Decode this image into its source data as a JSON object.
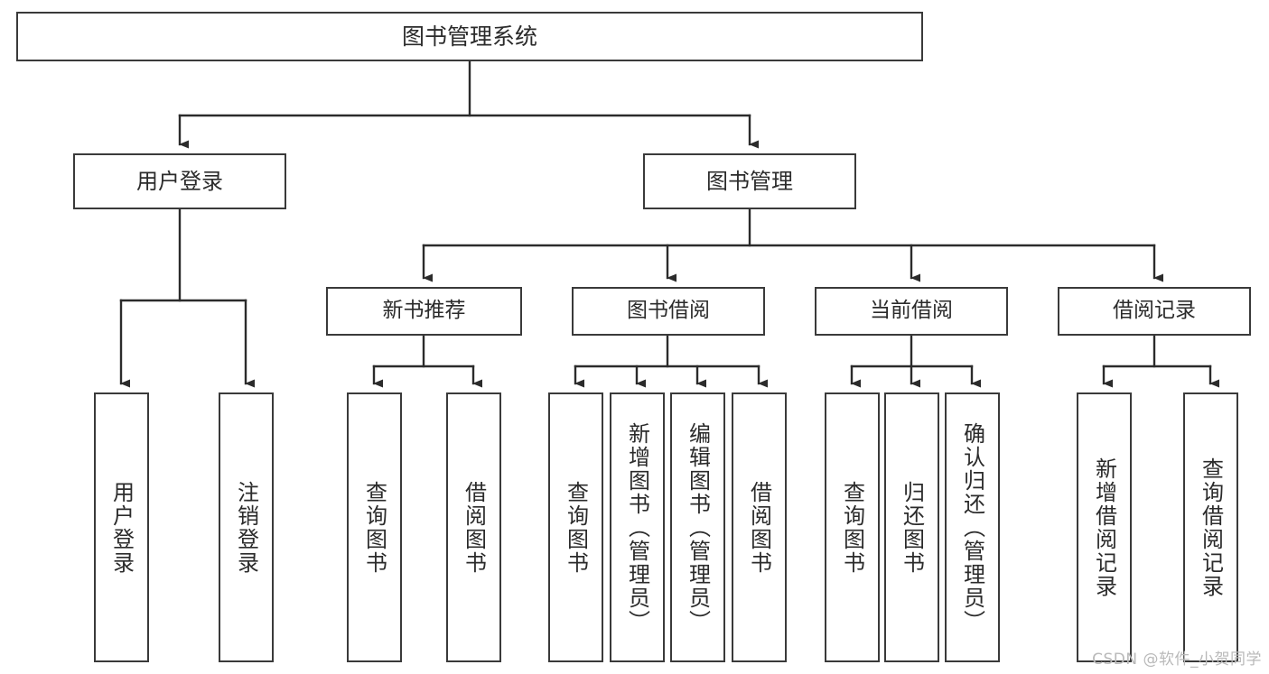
{
  "diagram": {
    "type": "tree-hierarchy",
    "title": "图书管理系统",
    "root": {
      "label": "图书管理系统"
    },
    "level1": [
      {
        "label": "用户登录"
      },
      {
        "label": "图书管理"
      }
    ],
    "level2": [
      {
        "label": "新书推荐"
      },
      {
        "label": "图书借阅"
      },
      {
        "label": "当前借阅"
      },
      {
        "label": "借阅记录"
      }
    ],
    "leaves": {
      "user_login": [
        {
          "label": "用户登录"
        },
        {
          "label": "注销登录"
        }
      ],
      "new_book_recommend": [
        {
          "label": "查询图书"
        },
        {
          "label": "借阅图书"
        }
      ],
      "book_borrow": [
        {
          "label": "查询图书"
        },
        {
          "label": "新增图书（管理员）"
        },
        {
          "label": "编辑图书（管理员）"
        },
        {
          "label": "借阅图书"
        }
      ],
      "current_borrow": [
        {
          "label": "查询图书"
        },
        {
          "label": "归还图书"
        },
        {
          "label": "确认归还（管理员）"
        }
      ],
      "borrow_record": [
        {
          "label": "新增借阅记录"
        },
        {
          "label": "查询借阅记录"
        }
      ]
    }
  },
  "watermark": {
    "text": "CSDN @软件_小贺同学"
  },
  "colors": {
    "box_border": "#3a3a3a",
    "connector": "#2b2b2b",
    "text": "#2b2b2b",
    "background": "#ffffff",
    "watermark": "#b9b9b9"
  }
}
